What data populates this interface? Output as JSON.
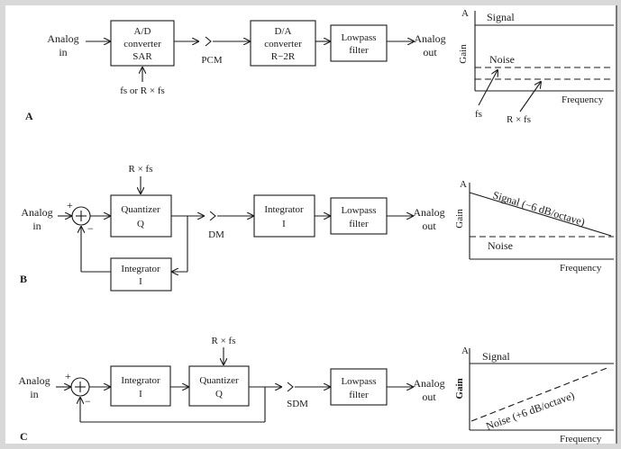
{
  "colors": {
    "frame": "#d8d8d8",
    "paper": "#ffffff",
    "ink": "#1a1a1a"
  },
  "panels": [
    {
      "id": "A",
      "label": "A",
      "input_label": [
        "Analog",
        "in"
      ],
      "adc_block": [
        "A/D",
        "converter",
        "SAR"
      ],
      "adc_clock": "fs or R × fs",
      "signal_name": "PCM",
      "dac_block": [
        "D/A",
        "converter",
        "R−2R"
      ],
      "lpf_block": [
        "Lowpass",
        "filter"
      ],
      "output_label": [
        "Analog",
        "out"
      ],
      "graph": {
        "a_label": "A",
        "y_label": "Gain",
        "x_label": "Frequency",
        "signal_label": "Signal",
        "noise_label": "Noise",
        "marker1": "fs",
        "marker2": "R × fs"
      }
    },
    {
      "id": "B",
      "label": "B",
      "input_label": [
        "Analog",
        "in"
      ],
      "plus": "+",
      "minus": "−",
      "quantizer_block": [
        "Quantizer",
        "Q"
      ],
      "quantizer_clock": "R × fs",
      "signal_name": "DM",
      "integrator_block": [
        "Integrator",
        "I"
      ],
      "feedback_block": [
        "Integrator",
        "I"
      ],
      "lpf_block": [
        "Lowpass",
        "filter"
      ],
      "output_label": [
        "Analog",
        "out"
      ],
      "graph": {
        "a_label": "A",
        "y_label": "Gain",
        "x_label": "Frequency",
        "signal_label": "Signal (−6 dB/octave)",
        "noise_label": "Noise"
      }
    },
    {
      "id": "C",
      "label": "C",
      "input_label": [
        "Analog",
        "in"
      ],
      "plus": "+",
      "minus": "−",
      "integrator_block": [
        "Integrator",
        "I"
      ],
      "quantizer_block": [
        "Quantizer",
        "Q"
      ],
      "quantizer_clock": "R × fs",
      "signal_name": "SDM",
      "lpf_block": [
        "Lowpass",
        "filter"
      ],
      "output_label": [
        "Analog",
        "out"
      ],
      "graph": {
        "a_label": "A",
        "y_label": "Gain",
        "x_label": "Frequency",
        "signal_label": "Signal",
        "noise_label": "Noise (+6 dB/octave)"
      }
    }
  ]
}
